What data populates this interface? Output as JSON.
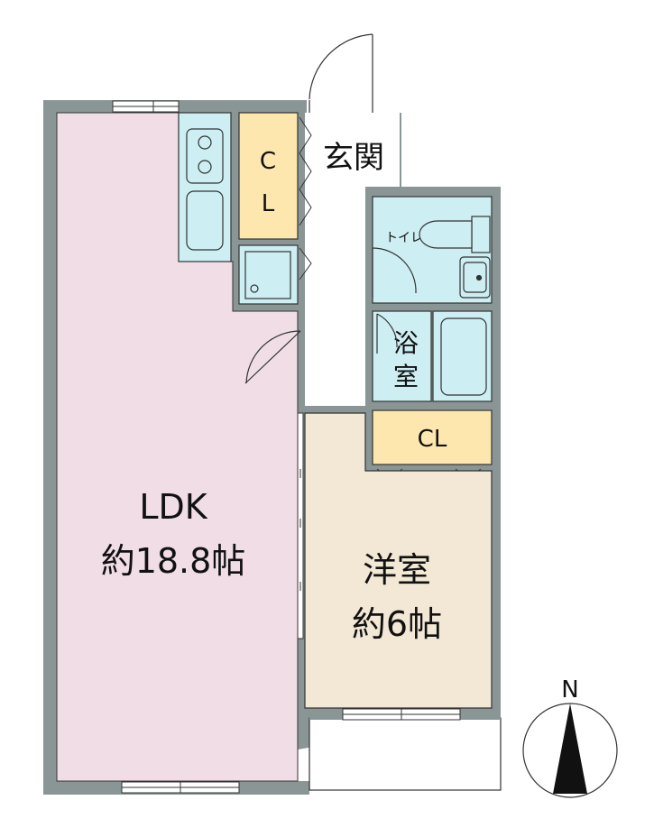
{
  "rooms": {
    "ldk": {
      "name": "LDK",
      "area": "約18.8帖"
    },
    "western": {
      "name": "洋室",
      "area": "約6帖"
    },
    "entrance": {
      "name": "玄関"
    },
    "toilet": {
      "name": "トイレ"
    },
    "bath": {
      "name_top": "浴",
      "name_bottom": "室"
    },
    "closet_main": {
      "line1": "C",
      "line2": "L"
    },
    "closet_western": {
      "name": "CL"
    }
  },
  "compass": {
    "label": "N"
  },
  "colors": {
    "wall": "#8a9596",
    "ldk": "#f0dde6",
    "western": "#f3e8d5",
    "closet": "#fde7ae",
    "wet": "#cdeef2",
    "background": "#ffffff",
    "line": "#333333"
  }
}
